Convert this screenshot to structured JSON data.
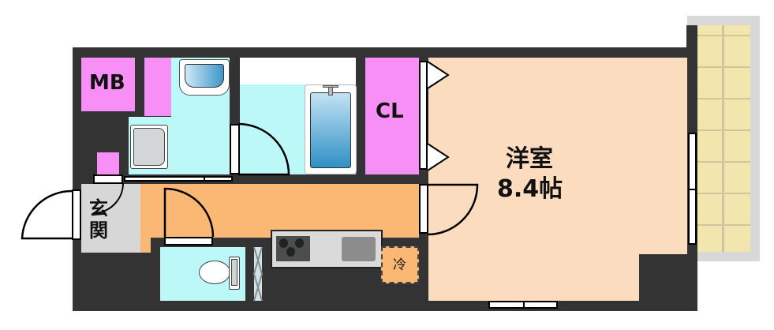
{
  "floorplan": {
    "colors": {
      "wall": "#333333",
      "storage": "#f78ff7",
      "wet_area": "#bcf8f8",
      "corridor_kitchen": "#fbb874",
      "entrance": "#d7d7d7",
      "western_room": "#fcdcbe",
      "balcony_floor": "#f2e6ae",
      "balcony_border": "#d8d8d8"
    },
    "rooms": {
      "meter_box": {
        "label": "MB"
      },
      "closet": {
        "label": "CL"
      },
      "western_room": {
        "label": "洋室",
        "size": "8.4帖"
      },
      "entrance": {
        "label_line1": "玄",
        "label_line2": "関"
      },
      "refrigerator": {
        "label": "冷"
      }
    }
  }
}
